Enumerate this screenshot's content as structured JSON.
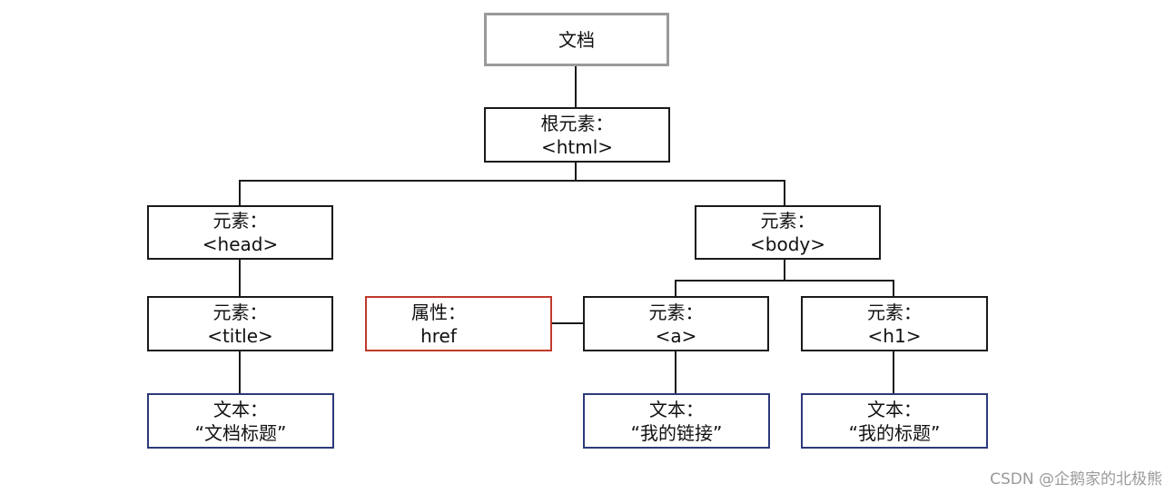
{
  "nodes": {
    "document": {
      "line1": "文档"
    },
    "html": {
      "line1": "根元素：",
      "line2": "<html>"
    },
    "head": {
      "line1": "元素：",
      "line2": "<head>"
    },
    "body": {
      "line1": "元素：",
      "line2": "<body>"
    },
    "title": {
      "line1": "元素：",
      "line2": "<title>"
    },
    "href": {
      "line1": "属性：",
      "line2": "href"
    },
    "a": {
      "line1": "元素：",
      "line2": "<a>"
    },
    "h1": {
      "line1": "元素：",
      "line2": "<h1>"
    },
    "title_text": {
      "line1": "文本：",
      "line2": "“文档标题”"
    },
    "link_text": {
      "line1": "文本：",
      "line2": "“我的链接”"
    },
    "h1_text": {
      "line1": "文本：",
      "line2": "“我的标题”"
    }
  },
  "colors": {
    "root_border": "#9a9a9a",
    "element_border": "#1a1a1a",
    "attribute_border": "#c0392b",
    "text_border": "#2c3a7a",
    "connector": "#1a1a1a"
  },
  "watermark": "CSDN @企鹅家的北极熊"
}
